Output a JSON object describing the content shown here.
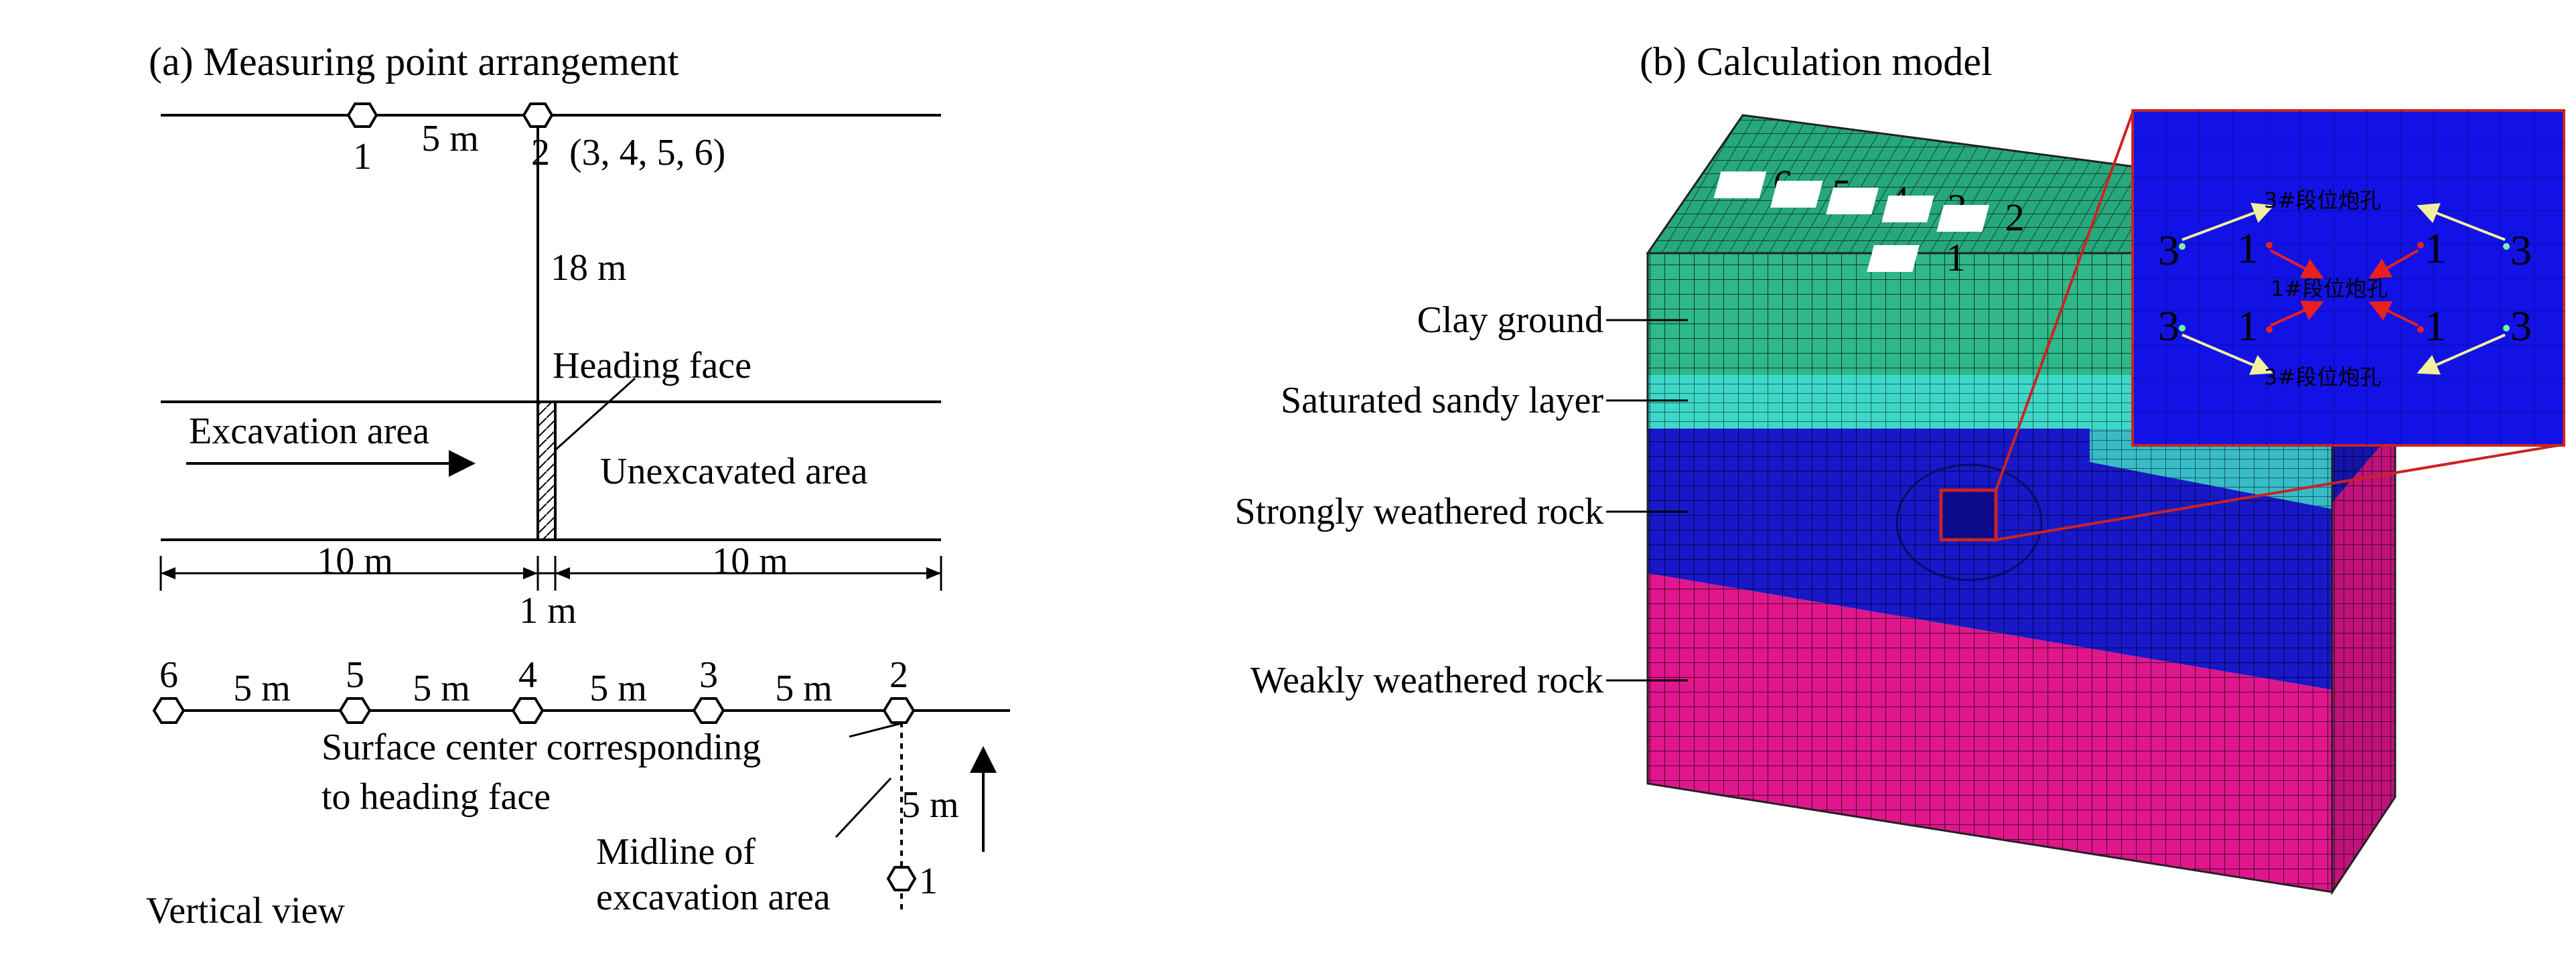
{
  "panel_a": {
    "title": "(a) Measuring point arrangement",
    "top_dist": "5 m",
    "top_pt1": "1",
    "top_pt2": "2",
    "top_pt2_list": "(3, 4, 5, 6)",
    "vert_dist": "18 m",
    "heading_face": "Heading face",
    "excavation_area": "Excavation area",
    "unexcavated_area": "Unexcavated area",
    "dim_left": "10 m",
    "dim_right": "10 m",
    "dim_mid": "1 m",
    "bottom_points": [
      "6",
      "5",
      "4",
      "3",
      "2"
    ],
    "bottom_dists": [
      "5 m",
      "5 m",
      "5 m",
      "5 m"
    ],
    "surface_center_1": "Surface center corresponding",
    "surface_center_2": "to heading face",
    "midline_dist": "5 m",
    "midline_1": "Midline of",
    "midline_2": "excavation area",
    "bottom_pt1": "1",
    "vertical_view": "Vertical view"
  },
  "panel_b": {
    "title": "(b) Calculation model",
    "layers": [
      "Clay ground",
      "Saturated sandy layer",
      "Strongly weathered rock",
      "Weakly weathered rock"
    ],
    "surface_points": [
      "6",
      "5",
      "4",
      "3",
      "2",
      "1"
    ],
    "inset": {
      "label_top": "3#段位炮孔",
      "label_mid": "1#段位炮孔",
      "label_bot": "3#段位炮孔",
      "n3": "3",
      "n1": "1"
    },
    "colors": {
      "clay": "#2fb88a",
      "sandy": "#3fd8c8",
      "strong_rock": "#1818c8",
      "weak_rock": "#e0168c",
      "inset_bg": "#1212e6",
      "inset_border": "#cc2222"
    }
  }
}
